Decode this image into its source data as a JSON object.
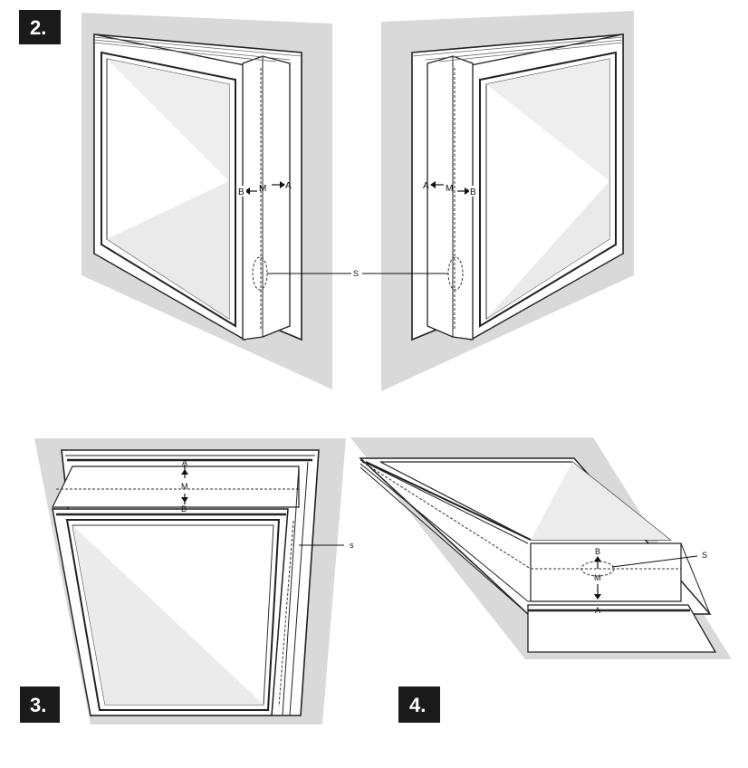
{
  "steps": [
    {
      "number": "2."
    },
    {
      "number": "3."
    },
    {
      "number": "4."
    }
  ],
  "labels": {
    "a": "A",
    "b": "B",
    "m": "M",
    "s": "S",
    "s_lower": "s"
  },
  "colors": {
    "wall": "#d9d9d9",
    "frame_fill": "#ffffff",
    "line": "#222222",
    "glass_shade": "#e9e9e9",
    "badge": "#1a1a1a"
  }
}
